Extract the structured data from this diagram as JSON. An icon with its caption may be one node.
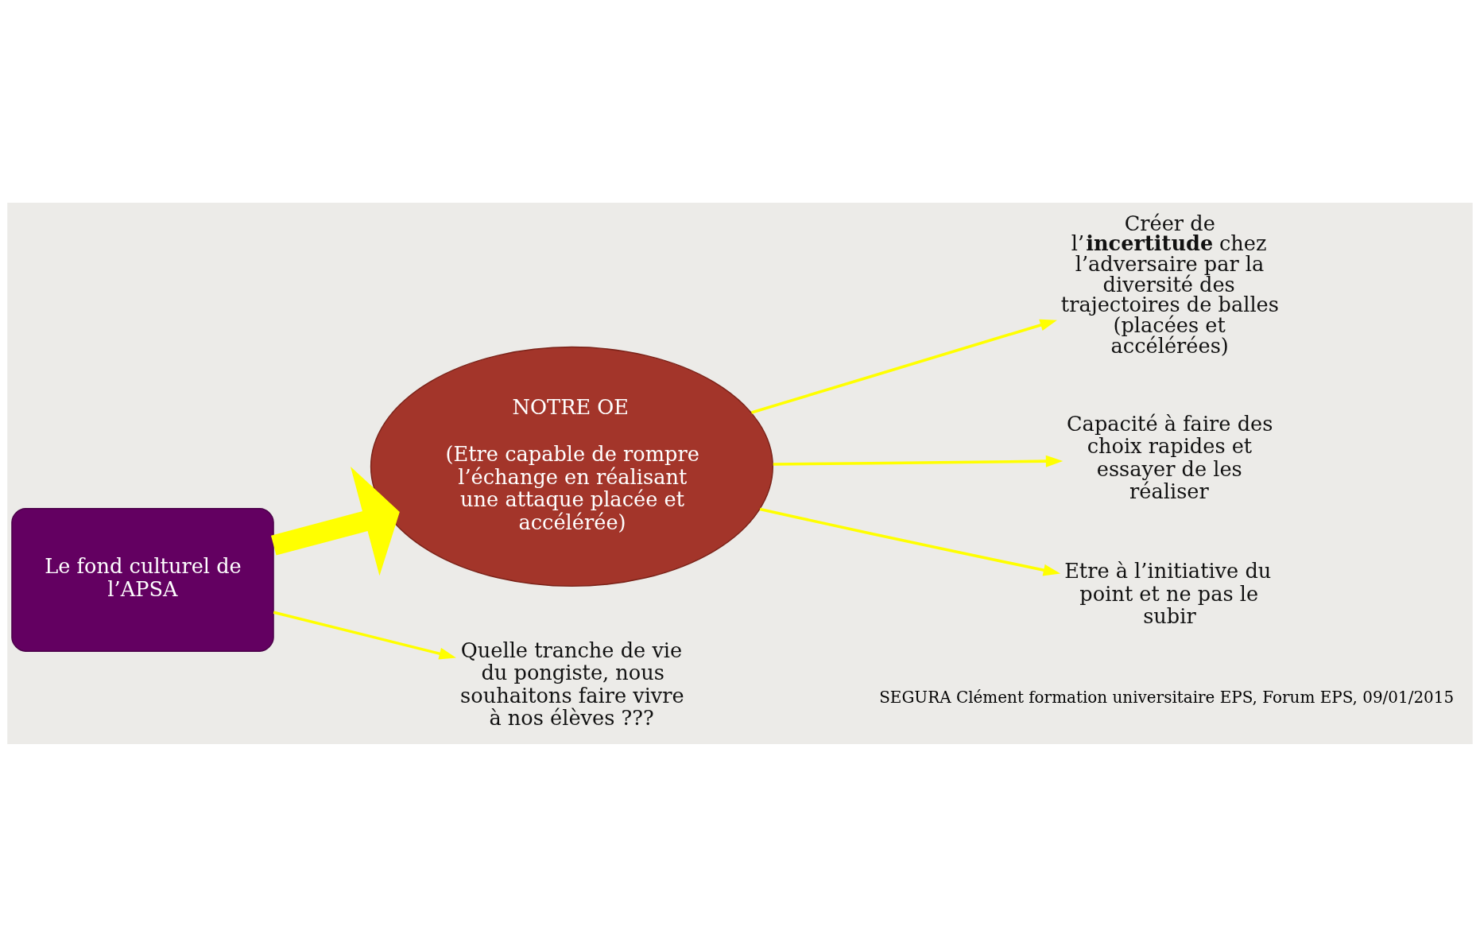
{
  "diagram": {
    "nodes": [
      {
        "text": [
          "Le fond culturel de l’APSA"
        ]
      },
      {
        "text": [
          "NOTRE OE",
          "(Etre capable de rompre l’échange en réalisant une attaque placée et accélérée)"
        ]
      },
      {
        "text": [
          "Créer de l’**incertitude** chez l’adversaire par la diversité des trajectoires de balles (placées et accélérées)"
        ]
      },
      {
        "text": [
          "Capacité à faire des choix rapides et essayer de les réaliser"
        ]
      },
      {
        "text": [
          "Etre à l’initiative du point et ne pas le subir"
        ]
      },
      {
        "text": [
          "Quelle tranche de vie du pongiste, nous souhaitons faire vivre à nos élèves ???"
        ]
      }
    ],
    "edges": [
      {
        "from": 0,
        "to": 1,
        "arrow": "to",
        "style": "thick"
      },
      {
        "from": 1,
        "to": 2,
        "arrow": "to"
      },
      {
        "from": 1,
        "to": 3,
        "arrow": "to"
      },
      {
        "from": 1,
        "to": 4,
        "arrow": "to"
      },
      {
        "from": 0,
        "to": 5,
        "arrow": "to"
      }
    ],
    "labels": [
      "SEGURA Clément formation universitaire EPS, Forum EPS, 09/01/2015"
    ]
  }
}
